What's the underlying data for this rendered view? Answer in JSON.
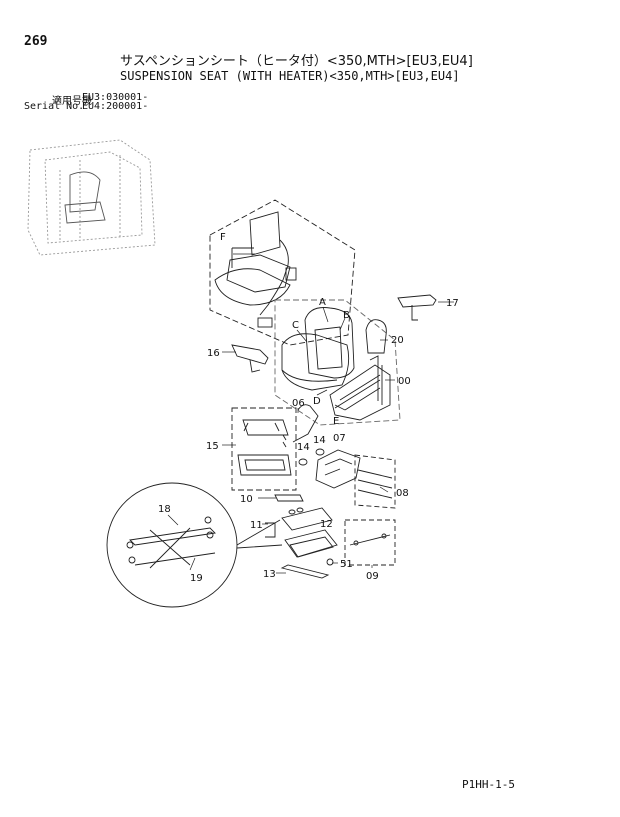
{
  "page": {
    "number": "269",
    "title_jp": "サスペンションシート（ヒータ付）<350,MTH>[EU3,EU4]",
    "title_en": "SUSPENSION SEAT (WITH HEATER)<350,MTH>[EU3,EU4]",
    "applicability_label_jp": "適用号機",
    "applicability_label_en": "Serial No.",
    "serial_eu3": "EU3:030001-",
    "serial_eu4": "EU4:200001-",
    "doc_code": "P1HH-1-5"
  },
  "callouts": {
    "F": "F",
    "A": "A",
    "B": "B",
    "C": "C",
    "D": "D",
    "E": "E",
    "p17": "17",
    "p16": "16",
    "p20": "20",
    "p00": "00",
    "p06": "06",
    "p15": "15",
    "p14a": "14",
    "p14b": "14",
    "p07": "07",
    "p08": "08",
    "p10": "10",
    "p18": "18",
    "p11": "11",
    "p12": "12",
    "p51": "51",
    "p19": "19",
    "p13": "13",
    "p09": "09"
  }
}
